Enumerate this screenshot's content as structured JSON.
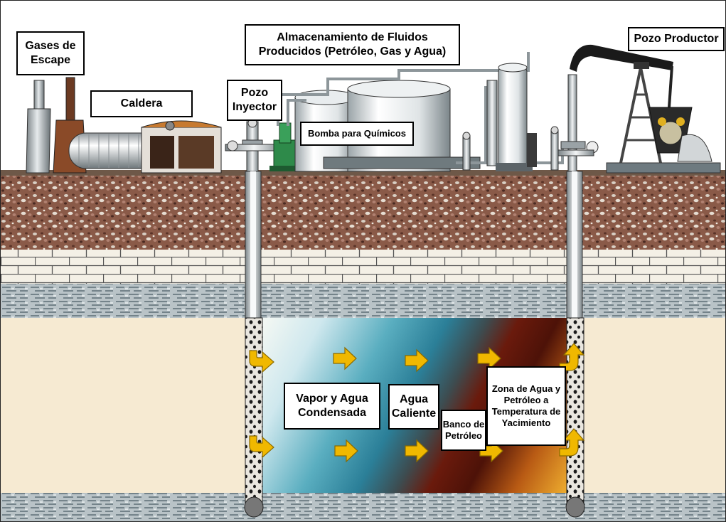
{
  "labels": {
    "gases_escape": [
      "Gases de",
      "Escape"
    ],
    "caldera": "Caldera",
    "almacenamiento": [
      "Almacenamiento de Fluidos",
      "Producidos (Petróleo, Gas y Agua)"
    ],
    "pozo_inyector": [
      "Pozo",
      "Inyector"
    ],
    "bomba_quimicos": "Bomba para Químicos",
    "pozo_productor": "Pozo Productor",
    "vapor_agua": [
      "Vapor y Agua",
      "Condensada"
    ],
    "agua_caliente": [
      "Agua",
      "Caliente"
    ],
    "banco_petroleo": [
      "Banco de",
      "Petróleo"
    ],
    "zona_agua": [
      "Zona de Agua y",
      "Petróleo a",
      "Temperatura de",
      "Yacimiento"
    ]
  },
  "colors": {
    "sky": "#ffffff",
    "soil": "#8a5a48",
    "brick": "#f4f0e6",
    "shale": "#b8c2c6",
    "sand": "#f6ead2",
    "steam": "#cfe8f0",
    "water": "#2f8fa6",
    "oil": "#5a1608",
    "hot_zone": "#e8a020",
    "arrow": "#f0b800"
  }
}
